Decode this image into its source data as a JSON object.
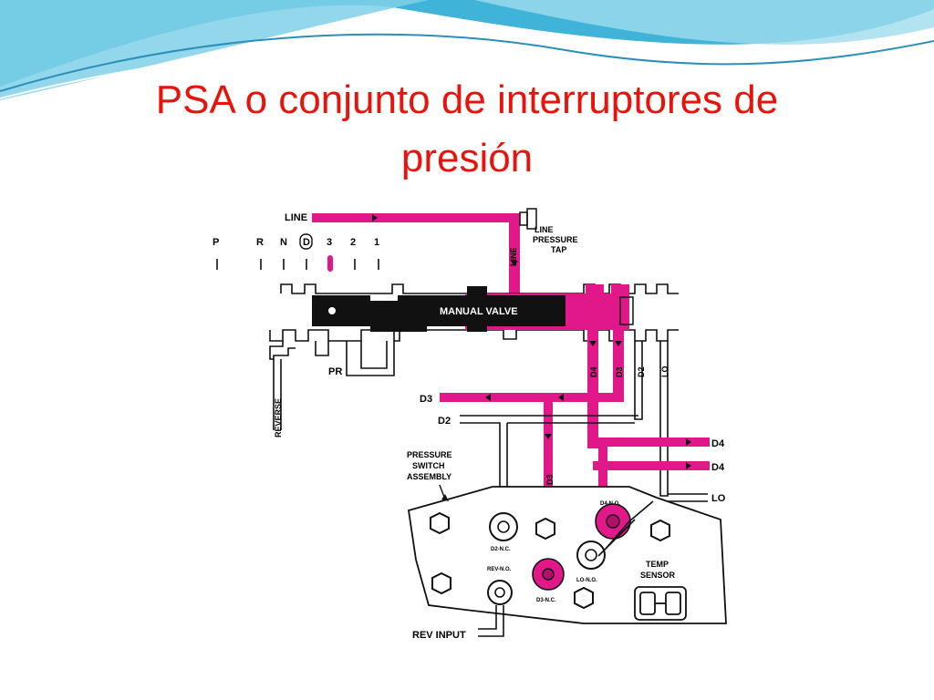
{
  "slide": {
    "title_line1": "PSA o conjunto de interruptores de",
    "title_line2": "presión"
  },
  "diagram": {
    "gear_positions": [
      "P",
      "R",
      "N",
      "D",
      "3",
      "2",
      "1"
    ],
    "labels": {
      "line": "LINE",
      "line_vertical": "LINE",
      "line_pressure_tap_1": "LINE",
      "line_pressure_tap_2": "PRESSURE",
      "line_pressure_tap_3": "TAP",
      "manual_valve": "MANUAL VALVE",
      "pr": "PR",
      "reverse": "REVERSE",
      "d4_v": "D4",
      "d3_v": "D3",
      "d2_v": "D2",
      "lo_v": "LO",
      "d3_h": "D3",
      "d2_h": "D2",
      "d3_vert": "D3",
      "d4_out1": "D4",
      "d4_out2": "D4",
      "lo_out": "LO",
      "psa_1": "PRESSURE",
      "psa_2": "SWITCH",
      "psa_3": "ASSEMBLY",
      "sw_d4": "D4-N.O.",
      "sw_d2": "D2-N.C.",
      "sw_d3": "D3-N.C.",
      "sw_lo": "LO-N.O.",
      "sw_rev": "REV-N.O.",
      "temp_1": "TEMP",
      "temp_2": "SENSOR",
      "rev_input": "REV INPUT"
    },
    "colors": {
      "pressurized": "#e0188a",
      "outline": "#111111",
      "title": "#e8140c"
    }
  }
}
